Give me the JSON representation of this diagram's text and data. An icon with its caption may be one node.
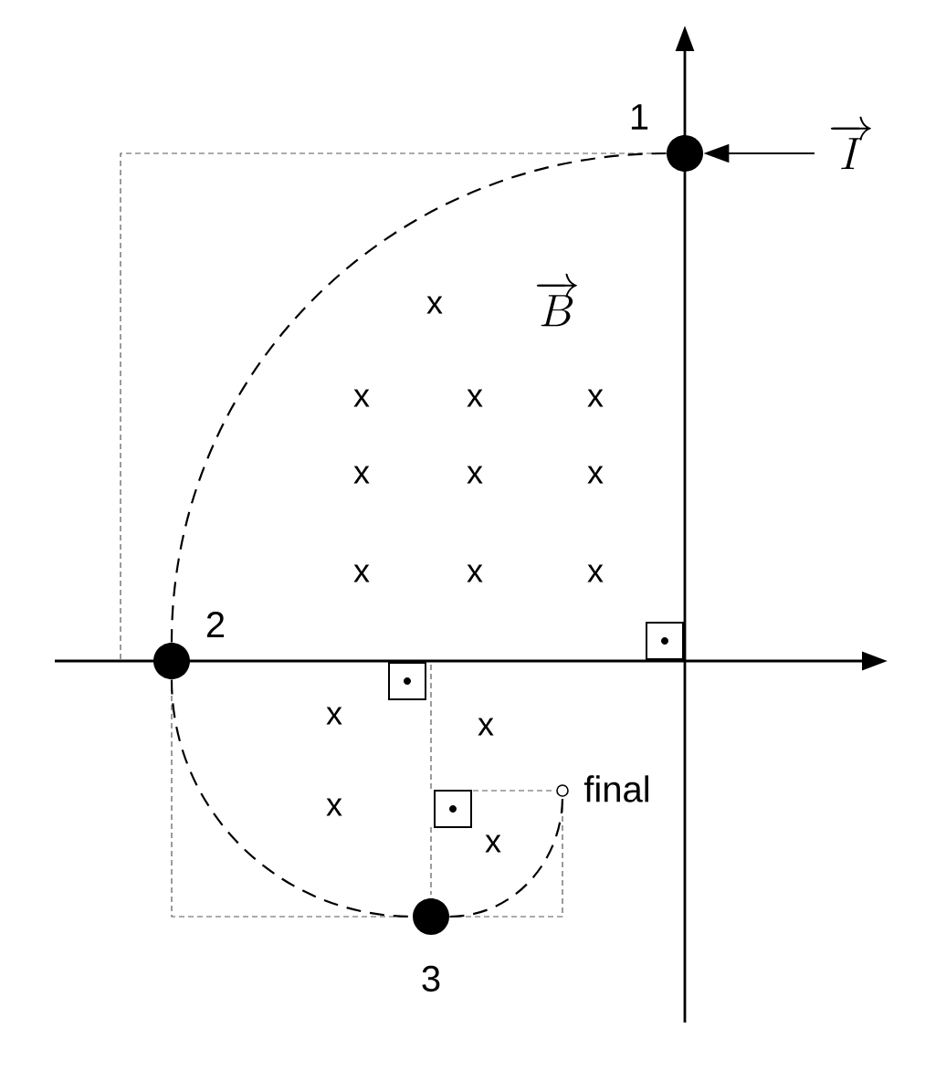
{
  "diagram": {
    "nodes": [
      {
        "text": [],
        "shape": "circle",
        "beside": [
          "1"
        ]
      },
      {
        "text": [],
        "shape": "circle",
        "beside": [
          "2"
        ]
      },
      {
        "text": [],
        "shape": "circle",
        "beside": [
          "3"
        ]
      },
      {
        "text": [],
        "shape": "circle",
        "beside": [
          "final"
        ]
      }
    ],
    "edges": [
      {
        "from": 0,
        "to": 1,
        "arrow": "none",
        "style": "dashed"
      },
      {
        "from": 1,
        "to": 2,
        "arrow": "none",
        "style": "dashed"
      },
      {
        "from": 2,
        "to": 3,
        "arrow": "none",
        "style": "dashed"
      },
      {
        "from": null,
        "to": 0,
        "arrow": "to",
        "label": "\\overrightarrow{I}"
      }
    ],
    "labels": [
      "x",
      "\\overrightarrow{B}",
      "x",
      "x",
      "x",
      "x",
      "x",
      "x",
      "x",
      "x",
      "x",
      "x",
      "x",
      "x",
      "x"
    ]
  }
}
